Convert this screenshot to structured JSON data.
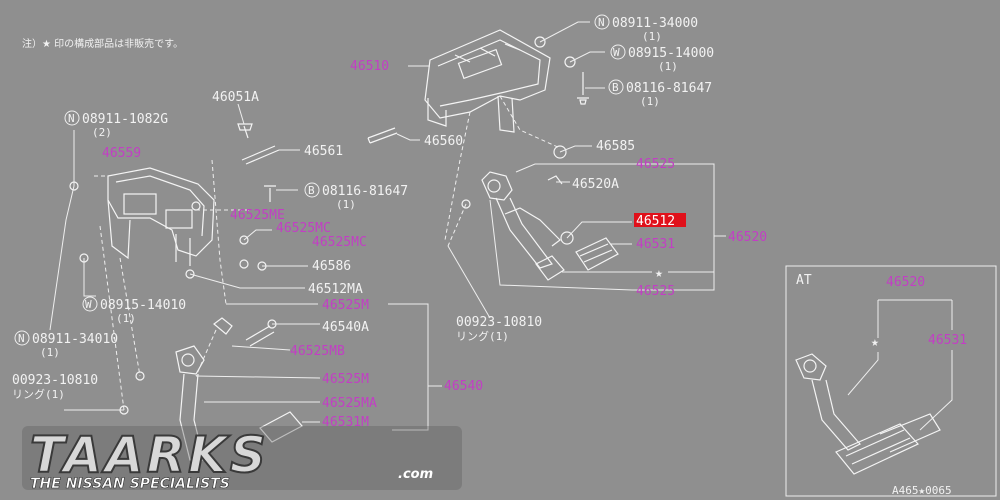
{
  "note": "注）★ 印の構成部品は非販売です。",
  "labels": {
    "p08911_34000": "08911-34000",
    "p08911_34000_qty": "(1)",
    "p08915_14000": "08915-14000",
    "p08915_14000_qty": "(1)",
    "p08116_81647_top": "08116-81647",
    "p08116_81647_top_qty": "(1)",
    "p46510": "46510",
    "p46560": "46560",
    "p46585": "46585",
    "p46525_a": "46525",
    "p46520A": "46520A",
    "p46512_hi": "46512",
    "p46531": "46531",
    "p46520": "46520",
    "p46525_b": "46525",
    "star1": "★",
    "p00923_right": "00923-10810",
    "p00923_right_sub": "リング(1)",
    "p46051A": "46051A",
    "p08911_1082G": "08911-1082G",
    "p08911_1082G_qty": "(2)",
    "p46559": "46559",
    "p46561": "46561",
    "p08116_81647_mid": "08116-81647",
    "p08116_81647_mid_qty": "(1)",
    "p46525ME": "46525ME",
    "p46525MC": "46525MC",
    "p46525MC2": "46525MC",
    "p46586": "46586",
    "p46512MA": "46512MA",
    "p08915_14010": "08915-14010",
    "p08915_14010_qty": "(1)",
    "p46525M_top": "46525M",
    "p46540A": "46540A",
    "p08911_34010": "08911-34010",
    "p08911_34010_qty": "(1)",
    "p46525MB": "46525MB",
    "p00923_left": "00923-10810",
    "p00923_left_sub": "リング(1)",
    "p46525M_mid": "46525M",
    "p46540": "46540",
    "p46525MA": "46525MA",
    "p46531M": "46531M",
    "at_title": "AT",
    "at_46520": "46520",
    "at_star": "★",
    "at_46531": "46531",
    "footer_code": "A465★0065"
  },
  "logo": {
    "name": "TAARKS",
    "tagline": "THE NISSAN SPECIALISTS",
    "domain": ".com"
  },
  "colors": {
    "background": "#8f8f8f",
    "line": "#eeeeee",
    "part_number_highlight": "#c23fc4",
    "selected_box": "#e0101a"
  }
}
